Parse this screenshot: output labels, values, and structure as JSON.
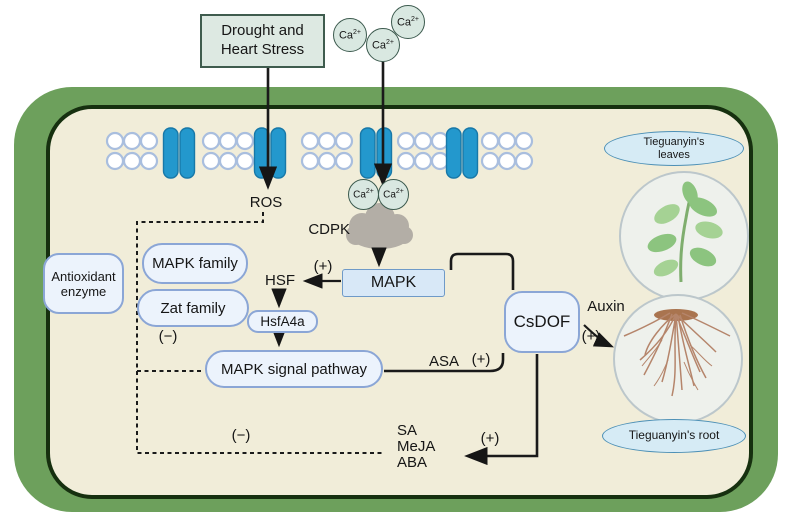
{
  "colors": {
    "cell_green": "#6da05c",
    "cell_outline": "#16300f",
    "cell_fill": "#f1edd9",
    "channel_blue": "#2398cd",
    "channel_edge": "#1878a8",
    "lipid_stroke": "#a9bede",
    "node_fill": "#ecf3fc",
    "node_border": "#8ba6d6",
    "mapk_fill": "#d8e8f7",
    "mapk_border": "#6f9ac8",
    "stress_fill": "#dde9e2",
    "stress_border": "#3f5c4e",
    "ca_fill": "#d9e8e1",
    "ca_border": "#3c5a4e",
    "cloud_gray": "#b3aea6",
    "ellipse_fill": "#d6ebf5",
    "ellipse_border": "#4d90b6",
    "photo_fill": "#eef1ec",
    "photo_border": "#bcc7cb",
    "leaf_green": "#8cc47f",
    "leaf_green_light": "#a5d294",
    "stem_green": "#7fae6e",
    "root_brown": "#b5856b",
    "line_black": "#1a1a1a"
  },
  "stress_box": {
    "line1": "Drought and",
    "line2": "Heart Stress"
  },
  "ca": {
    "base": "Ca",
    "sup": "2+"
  },
  "labels": {
    "ros": "ROS",
    "cdpk": "CDPK",
    "mapk": "MAPK",
    "hsf": "HSF",
    "hsfa4a": "HsfA4a",
    "mapk_family": "MAPK family",
    "zat_family": "Zat family",
    "antioxidant_line1": "Antioxidant",
    "antioxidant_line2": "enzyme",
    "mapk_signal_pathway": "MAPK signal pathway",
    "csdof": "CsDOF",
    "asa": "ASA",
    "auxin": "Auxin",
    "sa": "SA",
    "meja": "MeJA",
    "aba": "ABA",
    "plus": "(+)",
    "minus": "(−)"
  },
  "right_panel": {
    "leaves_label_line1": "Tieguanyin's",
    "leaves_label_line2": "leaves",
    "root_label": "Tieguanyin's root"
  }
}
